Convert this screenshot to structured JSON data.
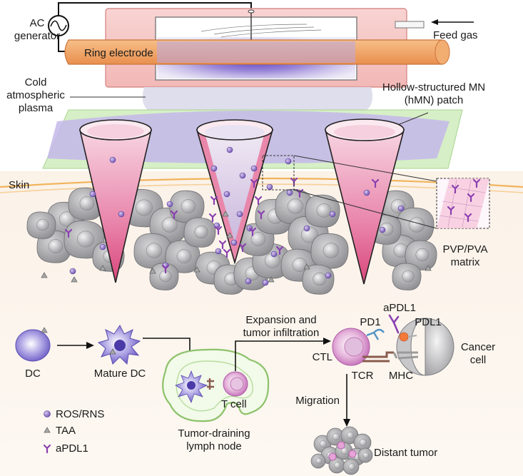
{
  "labels": {
    "ac_generator": [
      "AC",
      "generator"
    ],
    "ring_electrode": "Ring electrode",
    "feed_gas": "Feed gas",
    "cold_plasma": [
      "Cold",
      "atmospheric",
      "plasma"
    ],
    "hmn_patch": [
      "Hollow-structured MN",
      "(hMN) patch"
    ],
    "skin": "Skin",
    "pvp_pva": [
      "PVP/PVA",
      "matrix"
    ],
    "dc": "DC",
    "mature_dc": "Mature DC",
    "t_cell": "T cell",
    "lymph_node": [
      "Tumor-draining",
      "lymph node"
    ],
    "expansion": [
      "Expansion and",
      "tumor infiltration"
    ],
    "ctl": "CTL",
    "pd1": "PD1",
    "apdl1_top": "aPDL1",
    "pdl1": "PDL1",
    "cancer_cell": [
      "Cancer",
      "cell"
    ],
    "tcr": "TCR",
    "mhc": "MHC",
    "migration": "Migration",
    "distant_tumor": "Distant tumor"
  },
  "legend": [
    {
      "icon": "ros-rns-dot-icon",
      "label": "ROS/RNS"
    },
    {
      "icon": "taa-triangle-icon",
      "label": "TAA"
    },
    {
      "icon": "apdl1-antibody-icon",
      "label": "aPDL1"
    }
  ],
  "colors": {
    "chamber": "#f7c9c7",
    "ring": "#f0a56a",
    "plasma": "#6b53c9",
    "patch": "#cdeac0",
    "cone": "#e9739b",
    "skin_line": "#f1b35a",
    "tissue": "#fbf3ea",
    "cell": "#a9a9ab",
    "particle": "#a38ad0",
    "antibody": "#8a3fb0",
    "lymph": "#8dc26b"
  }
}
